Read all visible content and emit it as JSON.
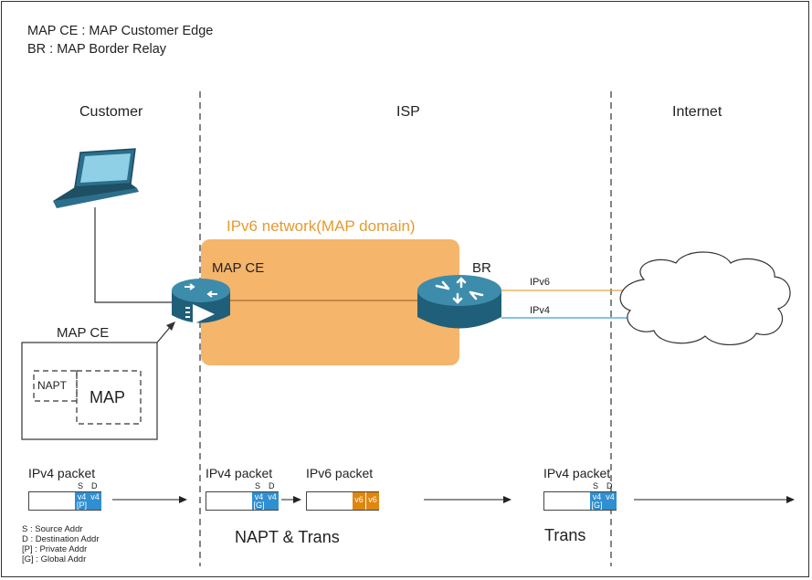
{
  "legend": {
    "line1": "MAP CE : MAP Customer Edge",
    "line2": "BR : MAP Border Relay"
  },
  "zones": {
    "customer": "Customer",
    "isp": "ISP",
    "internet": "Internet"
  },
  "network": {
    "title": "IPv6 network(MAP domain)",
    "ce_label": "MAP CE",
    "br_label": "BR",
    "ipv6_link": "IPv6",
    "ipv4_link": "IPv4"
  },
  "ce_detail": {
    "title": "MAP CE",
    "napt": "NAPT",
    "map": "MAP"
  },
  "packets": {
    "p1_title": "IPv4 packet",
    "p2_title": "IPv4 packet",
    "p3_title": "IPv6 packet",
    "p4_title": "IPv4 packet",
    "s": "S",
    "d": "D",
    "v4": "v4",
    "v6": "v6",
    "priv": "[P]",
    "glob": "[G]"
  },
  "key": {
    "s": "S : Source Addr",
    "d": "D : Destination Addr",
    "p": "[P] : Private Addr",
    "g": "[G] : Global Addr"
  },
  "steps": {
    "napt_trans": "NAPT & Trans",
    "trans": "Trans"
  },
  "colors": {
    "map_domain": "#f5b56b",
    "ipv6_line": "#e8a64a",
    "ipv4_line": "#3aa0d0",
    "router": "#2b6f8c",
    "v4_cell": "#2f8fd1",
    "v6_cell": "#e0860f"
  }
}
